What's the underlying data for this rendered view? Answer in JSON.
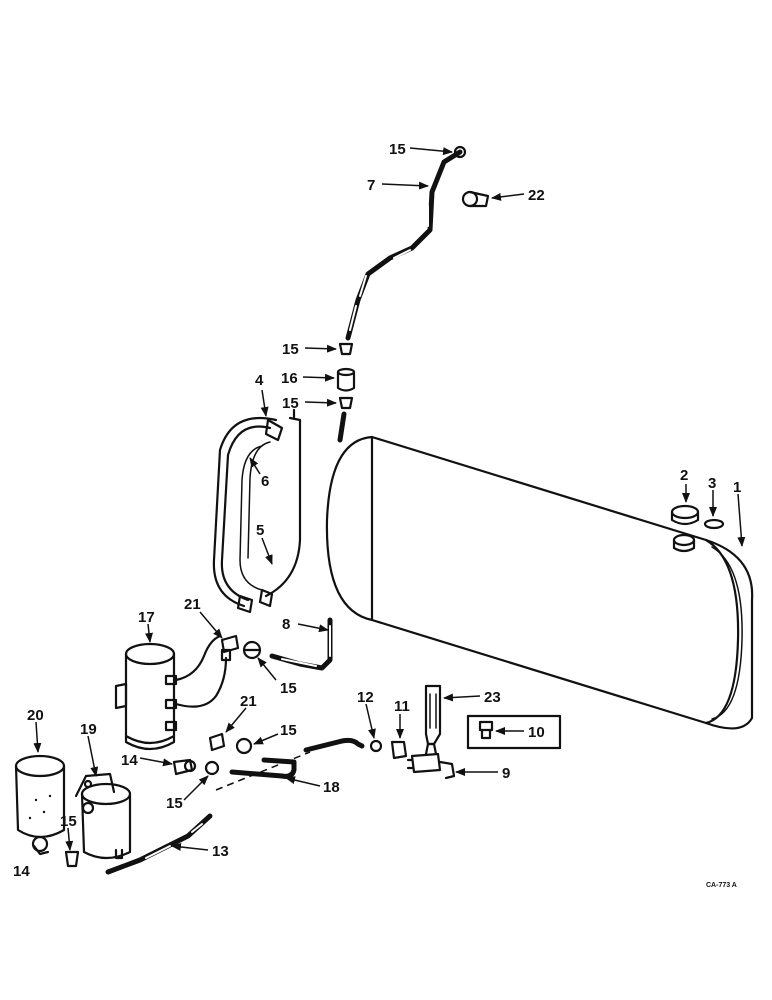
{
  "figure_code": "CA-773 A",
  "callouts": {
    "c1": "1",
    "c2": "2",
    "c3": "3",
    "c4": "4",
    "c5": "5",
    "c6": "6",
    "c7": "7",
    "c8": "8",
    "c9": "9",
    "c10": "10",
    "c11": "11",
    "c12": "12",
    "c13": "13",
    "c14a": "14",
    "c14b": "14",
    "c15a": "15",
    "c15b": "15",
    "c15c": "15",
    "c15d": "15",
    "c15e": "15",
    "c15f": "15",
    "c15g": "15",
    "c16": "16",
    "c17": "17",
    "c18": "18",
    "c19": "19",
    "c20": "20",
    "c21a": "21",
    "c21b": "21",
    "c22": "22",
    "c23": "23"
  }
}
